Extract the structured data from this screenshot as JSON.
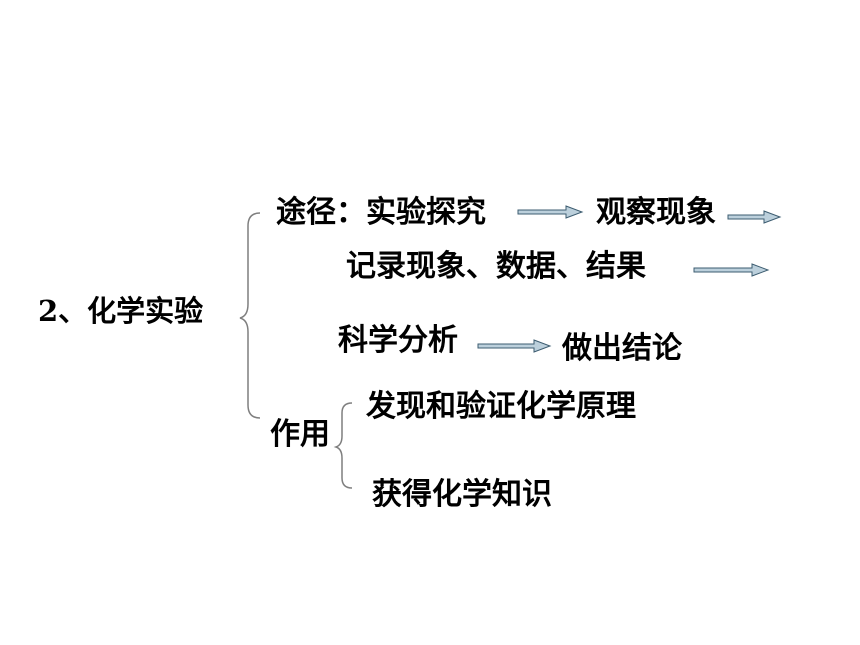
{
  "topic": "2、化学实验",
  "approach": {
    "label": "途径：实验探究",
    "steps": [
      "观察现象",
      "记录现象、数据、结果",
      "科学分析",
      "做出结论"
    ]
  },
  "function": {
    "label": "作用",
    "items": [
      "发现和验证化学原理",
      "获得化学知识"
    ]
  },
  "colors": {
    "text": "#000000",
    "arrow_fill": "#bcd0dc",
    "arrow_stroke": "#3c5c70",
    "brace": "#7f7f7f"
  }
}
